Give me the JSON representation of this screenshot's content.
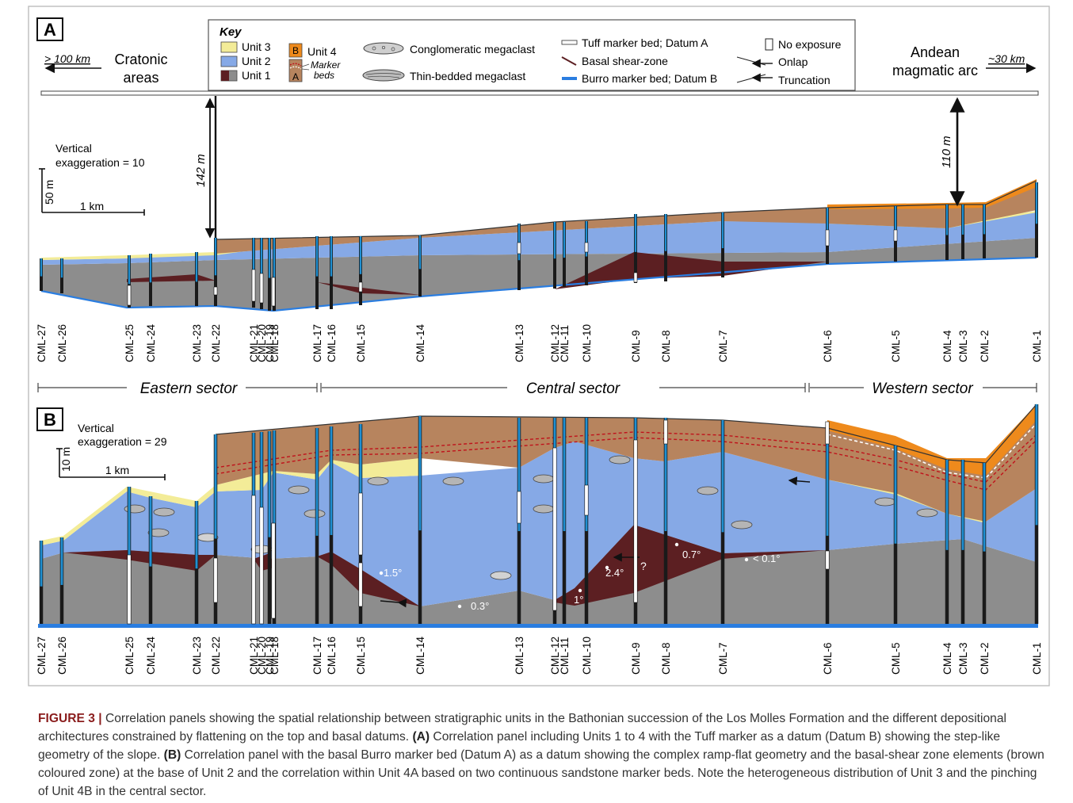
{
  "panel_a": {
    "label": "A",
    "west_arrow": "> 100 km",
    "west_place_1": "Cratonic",
    "west_place_2": "areas",
    "east_place_1": "Andean",
    "east_place_2": "magmatic arc",
    "east_arrow": "~30 km",
    "vex_line_1": "Vertical",
    "vex_line_2": "exaggeration  = 10",
    "scale_vertical": "50 m",
    "scale_horizontal": "1 km",
    "thickness_west": "142 m",
    "thickness_east": "110 m"
  },
  "key": {
    "title": "Key",
    "units": [
      "Unit 3",
      "Unit 2",
      "Unit 1"
    ],
    "unit4": "Unit 4",
    "marker_b": "B",
    "marker_a": "A",
    "marker_beds_1": "Marker",
    "marker_beds_2": "beds",
    "conglomeratic": "Conglomeratic megaclast",
    "thin_bedded": "Thin-bedded megaclast",
    "tuff": "Tuff marker bed; Datum A",
    "shear": "Basal shear-zone",
    "burro": "Burro marker bed; Datum B",
    "no_exposure": "No exposure",
    "onlap": "Onlap",
    "truncation": "Truncation"
  },
  "wells": [
    "CML-27",
    "CML-26",
    "CML-25",
    "CML-24",
    "CML-23",
    "CML-22",
    "CML-21",
    "CML-20",
    "CML-19",
    "CML-18",
    "CML-17",
    "CML-16",
    "CML-15",
    "CML-14",
    "CML-13",
    "CML-12",
    "CML-11",
    "CML-10",
    "CML-9",
    "CML-8",
    "CML-7",
    "CML-6",
    "CML-5",
    "CML-4",
    "CML-3",
    "CML-2",
    "CML-1"
  ],
  "sectors": {
    "eastern": "Eastern sector",
    "central": "Central sector",
    "western": "Western sector"
  },
  "panel_b": {
    "label": "B",
    "vex_line_1": "Vertical",
    "vex_line_2": "exaggeration  = 29",
    "scale_vertical": "10 m",
    "scale_horizontal": "1 km",
    "angles": [
      "1.5°",
      "0.3°",
      "1°",
      "2.4°",
      "?",
      "0.7°",
      "< 0.1°"
    ]
  },
  "caption": {
    "figure_label": "FIGURE 3 |",
    "text_1": " Correlation panels showing the spatial relationship between stratigraphic units in the Bathonian succession of the Los Molles Formation and the different depositional architectures constrained by flattening on the top and basal datums. ",
    "ref_a": "(A)",
    "text_2": " Correlation panel including Units 1 to 4 with the Tuff marker as a datum (Datum B) showing the step-like geometry of the slope. ",
    "ref_b": "(B)",
    "text_3": " Correlation panel with the basal Burro marker bed (Datum A) as a datum showing the complex ramp-flat geometry and the basal-shear zone elements (brown coloured zone) at the base of Unit 2 and the correlation within Unit 4A based on two continuous sandstone marker beds. Note the heterogeneous distribution of Unit 3 and the pinching of Unit 4B in the central sector."
  },
  "colors": {
    "unit1": "#5c1f22",
    "unit2": "#86a9e6",
    "unit3": "#f3ec98",
    "unit4a": "#b7845e",
    "unit4b": "#ee8a1c",
    "pre_unit": "#8d8d8d",
    "burro": "#2a7de0"
  }
}
